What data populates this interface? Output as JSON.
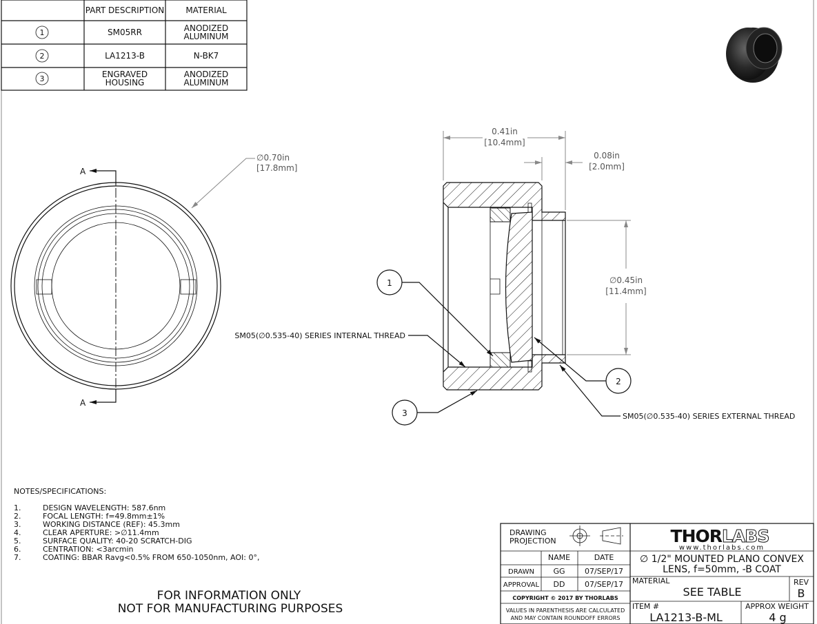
{
  "parts_table": {
    "headers": [
      "PART DESCRIPTION",
      "MATERIAL"
    ],
    "rows": [
      {
        "balloon": "1",
        "description": [
          "SM05RR"
        ],
        "material": [
          "ANODIZED",
          "ALUMINUM"
        ]
      },
      {
        "balloon": "2",
        "description": [
          "LA1213-B"
        ],
        "material": [
          "N-BK7"
        ]
      },
      {
        "balloon": "3",
        "description": [
          "ENGRAVED",
          "HOUSING"
        ],
        "material": [
          "ANODIZED",
          "ALUMINUM"
        ]
      }
    ]
  },
  "front_view": {
    "section_label": "A",
    "outer_diameter": {
      "inch": "∅0.70in",
      "mm": "[17.8mm]"
    }
  },
  "section_view": {
    "length": {
      "inch": "0.41in",
      "mm": "[10.4mm]"
    },
    "thread_length": {
      "inch": "0.08in",
      "mm": "[2.0mm]"
    },
    "thread_diameter": {
      "inch": "∅0.45in",
      "mm": "[11.4mm]"
    },
    "internal_thread": "SM05(∅0.535-40) SERIES INTERNAL THREAD",
    "external_thread": "SM05(∅0.535-40) SERIES EXTERNAL THREAD",
    "balloons": [
      "1",
      "2",
      "3"
    ]
  },
  "notes": {
    "title": "NOTES/SPECIFICATIONS:",
    "items": [
      {
        "num": "1.",
        "text": "DESIGN WAVELENGTH: 587.6nm"
      },
      {
        "num": "2.",
        "text": "FOCAL LENGTH: f=49.8mm±1%"
      },
      {
        "num": "3.",
        "text": "WORKING DISTANCE (REF): 45.3mm"
      },
      {
        "num": "4.",
        "text": "CLEAR APERTURE: >∅11.4mm"
      },
      {
        "num": "5.",
        "text": "SURFACE QUALITY: 40-20 SCRATCH-DIG"
      },
      {
        "num": "6.",
        "text": "CENTRATION: <3arcmin"
      },
      {
        "num": "7.",
        "text": "COATING: BBAR Ravg<0.5% FROM 650-1050nm, AOI: 0°,"
      }
    ]
  },
  "disclaimer": [
    "FOR INFORMATION ONLY",
    "NOT FOR MANUFACTURING PURPOSES"
  ],
  "title_block": {
    "drawing_projection": [
      "DRAWING",
      "PROJECTION"
    ],
    "name_header": "NAME",
    "date_header": "DATE",
    "drawn_label": "DRAWN",
    "drawn_name": "GG",
    "drawn_date": "07/SEP/17",
    "approval_label": "APPROVAL",
    "approval_name": "DD",
    "approval_date": "07/SEP/17",
    "copyright": "COPYRIGHT © 2017 BY THORLABS",
    "roundoff_note": [
      "VALUES IN PARENTHESIS ARE CALCULATED",
      "AND MAY CONTAIN ROUNDOFF ERRORS"
    ],
    "logo_bold": "THOR",
    "logo_outline": "LABS",
    "website": "www.thorlabs.com",
    "title": [
      "∅ 1/2\" MOUNTED PLANO CONVEX",
      "LENS, f=50mm, -B COAT"
    ],
    "material_label": "MATERIAL",
    "material_value": "SEE TABLE",
    "rev_label": "REV",
    "rev_value": "B",
    "item_label": "ITEM #",
    "item_value": "LA1213-B-ML",
    "weight_label": "APPROX WEIGHT",
    "weight_value": "4 g"
  }
}
